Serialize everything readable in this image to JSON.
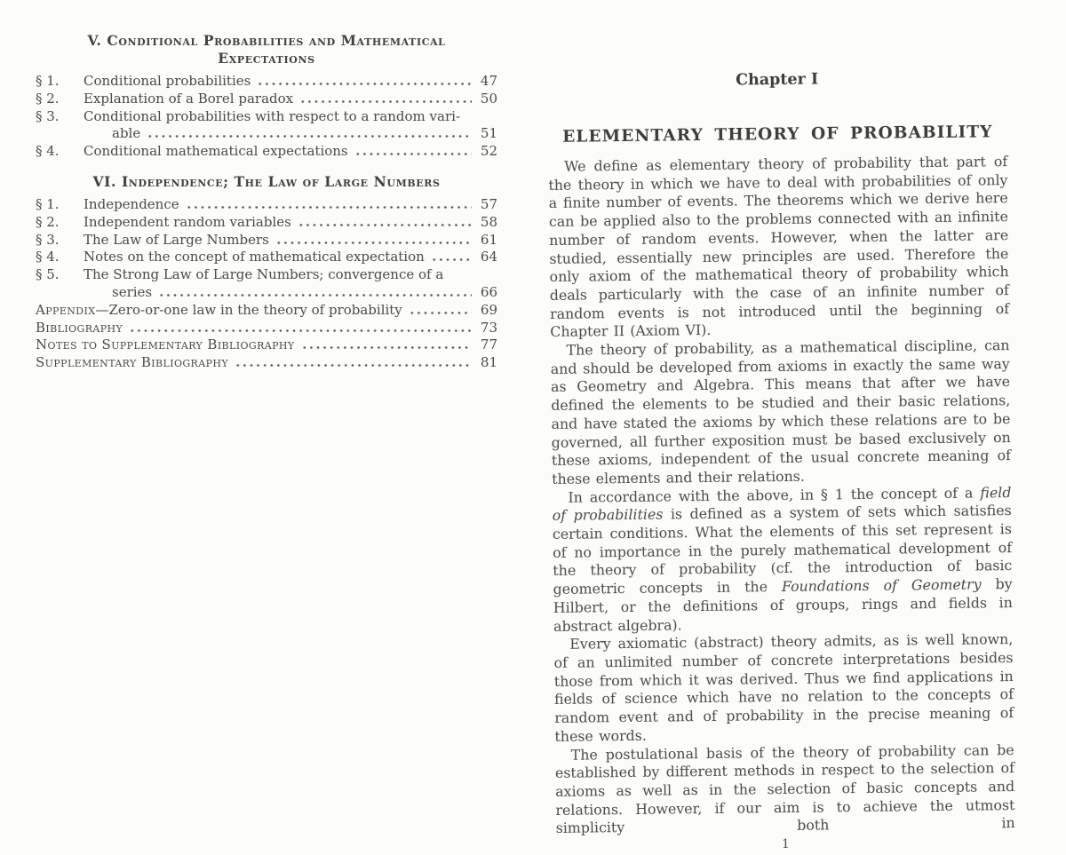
{
  "left_page": {
    "sections": [
      {
        "heading": [
          "V. Conditional Probabilities and Mathematical",
          "Expectations"
        ],
        "entries": [
          {
            "num": "§ 1.",
            "text": "Conditional probabilities",
            "page": "47"
          },
          {
            "num": "§ 2.",
            "text": "Explanation of a Borel paradox",
            "page": "50"
          },
          {
            "num": "§ 3.",
            "text": "Conditional probabilities with respect to a random vari-"
          },
          {
            "cont": true,
            "text": "able",
            "page": "51"
          },
          {
            "num": "§ 4.",
            "text": "Conditional mathematical expectations",
            "page": "52"
          }
        ]
      },
      {
        "heading": [
          "VI. Independence; The Law of Large Numbers"
        ],
        "entries": [
          {
            "num": "§ 1.",
            "text": "Independence",
            "page": "57"
          },
          {
            "num": "§ 2.",
            "text": "Independent random variables",
            "page": "58"
          },
          {
            "num": "§ 3.",
            "text": "The Law of Large Numbers",
            "page": "61"
          },
          {
            "num": "§ 4.",
            "text": "Notes on the concept of mathematical expectation",
            "page": "64"
          },
          {
            "num": "§ 5.",
            "text": "The Strong Law of Large Numbers; convergence of a"
          },
          {
            "cont": true,
            "text": "series",
            "page": "66"
          },
          {
            "sc": "Appendix",
            "text": "—Zero-or-one law in the theory of probability",
            "page": "69"
          },
          {
            "sc": "Bibliography",
            "text": "",
            "page": "73"
          },
          {
            "sc": "Notes to Supplementary Bibliography",
            "text": "",
            "page": "77"
          },
          {
            "sc": "Supplementary Bibliography",
            "text": "",
            "page": "81"
          }
        ]
      }
    ]
  },
  "right_page": {
    "chapter_label": "Chapter I",
    "chapter_title": "ELEMENTARY THEORY OF PROBABILITY",
    "paragraphs": [
      [
        {
          "t": "We define as elementary theory of probability that part of the theory in which we have to deal with probabilities of only a finite number of events. The theorems which we derive here can be applied also to the problems connected with an infinite number of random events. However, when the latter are studied, essentially new principles are used. Therefore the only axiom of the mathematical theory of probability which deals particularly with the case of an infinite number of random events is not introduced until the beginning of Chapter II (Axiom VI)."
        }
      ],
      [
        {
          "t": "The theory of probability, as a mathematical discipline, can and should be developed from axioms in exactly the same way as Geometry and Algebra. This means that after we have defined the elements to be studied and their basic relations, and have stated the axioms by which these relations are to be governed, all further exposition must be based exclusively on these axioms, independent of the usual concrete meaning of these elements and their relations."
        }
      ],
      [
        {
          "t": "In accordance with the above, in § 1 the concept of a "
        },
        {
          "t": "field of probabilities",
          "i": true
        },
        {
          "t": " is defined as a system of sets which satisfies certain conditions. What the elements of this set represent is of no importance in the purely mathematical development of the theory of probability (cf. the introduction of basic geometric concepts in the "
        },
        {
          "t": "Foundations of Geometry",
          "i": true
        },
        {
          "t": " by Hilbert, or the definitions of groups, rings and fields in abstract algebra)."
        }
      ],
      [
        {
          "t": "Every axiomatic (abstract) theory admits, as is well known, of an unlimited number of concrete interpretations besides those from which it was derived. Thus we find applications in fields of science which have no relation to the concepts of random event and of probability in the precise meaning of these words."
        }
      ],
      [
        {
          "t": "The postulational basis of the theory of probability can be established by different methods in respect to the selection of axioms as well as in the selection of basic concepts and relations. However, if our aim is to achieve the utmost simplicity both in"
        }
      ]
    ],
    "page_number": "1"
  }
}
